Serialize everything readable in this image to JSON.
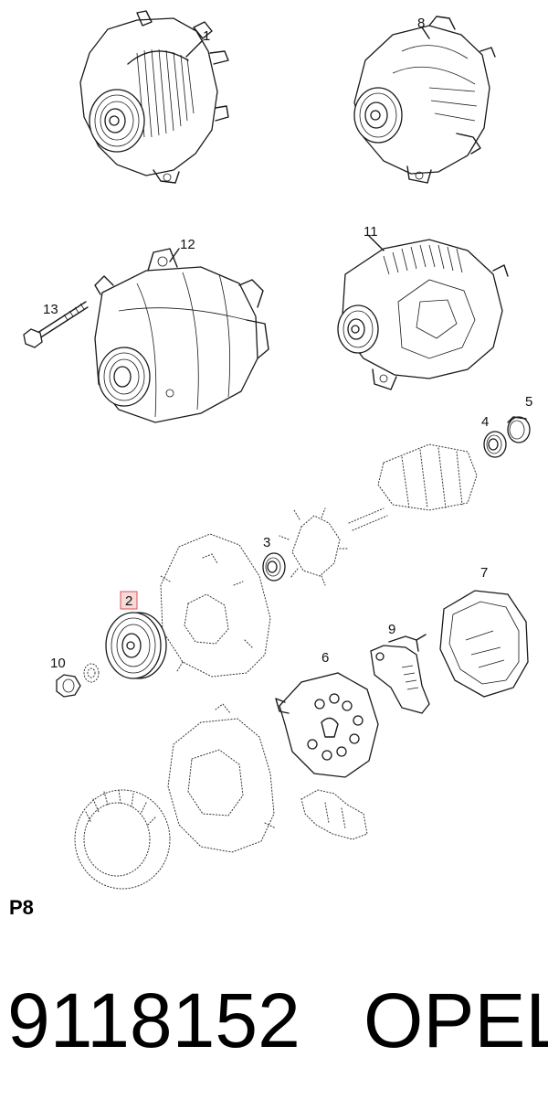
{
  "callouts": {
    "c1": "1",
    "c8": "8",
    "c12": "12",
    "c11": "11",
    "c13": "13",
    "c4": "4",
    "c5": "5",
    "c3": "3",
    "c2": "2",
    "c10": "10",
    "c6": "6",
    "c9": "9",
    "c7": "7"
  },
  "highlighted_callout": "2",
  "section_label": "P8",
  "part_number": "9118152",
  "brand": "OPEL"
}
